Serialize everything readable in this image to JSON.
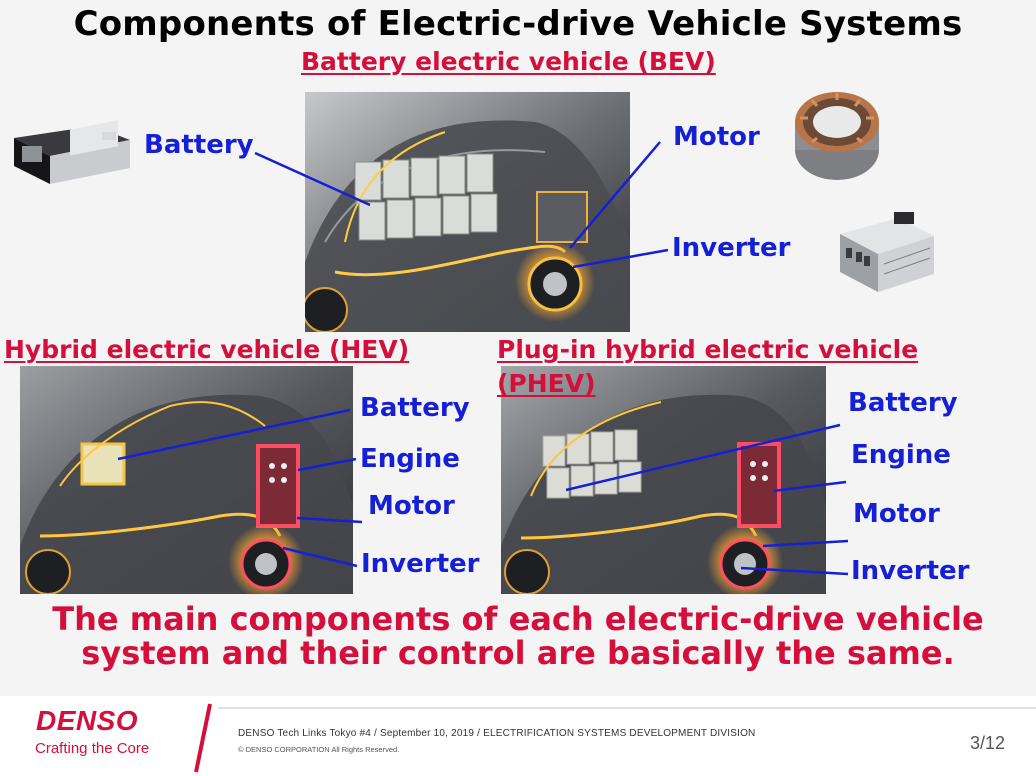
{
  "title": "Components of Electric-drive Vehicle Systems",
  "bev": {
    "heading": "Battery electric vehicle (BEV)",
    "labels": {
      "battery": "Battery",
      "motor": "Motor",
      "inverter": "Inverter"
    }
  },
  "hev": {
    "heading": "Hybrid electric vehicle (HEV)",
    "labels": {
      "battery": "Battery",
      "engine": "Engine",
      "motor": "Motor",
      "inverter": "Inverter"
    }
  },
  "phev": {
    "heading_line1": "Plug-in hybrid electric vehicle",
    "heading_line2": "(PHEV)",
    "labels": {
      "battery": "Battery",
      "engine": "Engine",
      "motor": "Motor",
      "inverter": "Inverter"
    }
  },
  "message": {
    "line1": "The main components of each electric-drive vehicle",
    "line2": "system and their control are basically the same."
  },
  "footer": {
    "brand": "DENSO",
    "tagline": "Crafting the Core",
    "event": "DENSO Tech Links Tokyo #4 / September 10, 2019 / ELECTRIFICATION SYSTEMS DEVELOPMENT DIVISION",
    "copyright": "© DENSO CORPORATION All Rights Reserved.",
    "page": "3/12"
  },
  "colors": {
    "accent_red": "#d40f3c",
    "label_blue": "#1520d6"
  }
}
